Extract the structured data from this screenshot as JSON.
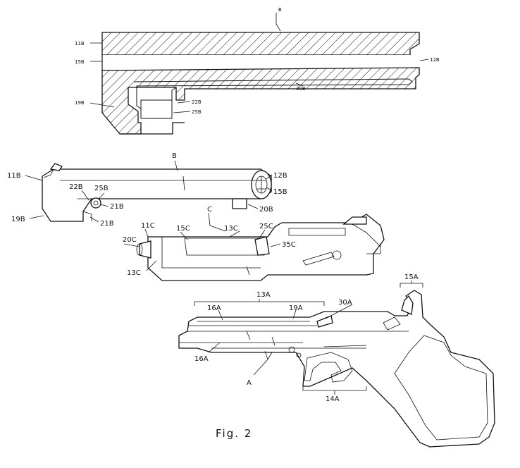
{
  "figure": {
    "caption": "Fig. 2",
    "section_view": {
      "labels": [
        "B",
        "11B",
        "15B",
        "12B",
        "19B",
        "22B",
        "25B",
        "30B"
      ]
    },
    "part_b": {
      "labels": [
        "B",
        "11B",
        "12B",
        "15B",
        "19B",
        "20B",
        "21B",
        "21B",
        "22B",
        "25B"
      ]
    },
    "part_c": {
      "labels": [
        "C",
        "11C",
        "13C",
        "13C",
        "15C",
        "20C",
        "25C",
        "35C"
      ]
    },
    "part_a": {
      "labels": [
        "A",
        "13A",
        "14A",
        "15A",
        "16A",
        "16A",
        "19A",
        "30A"
      ]
    }
  }
}
